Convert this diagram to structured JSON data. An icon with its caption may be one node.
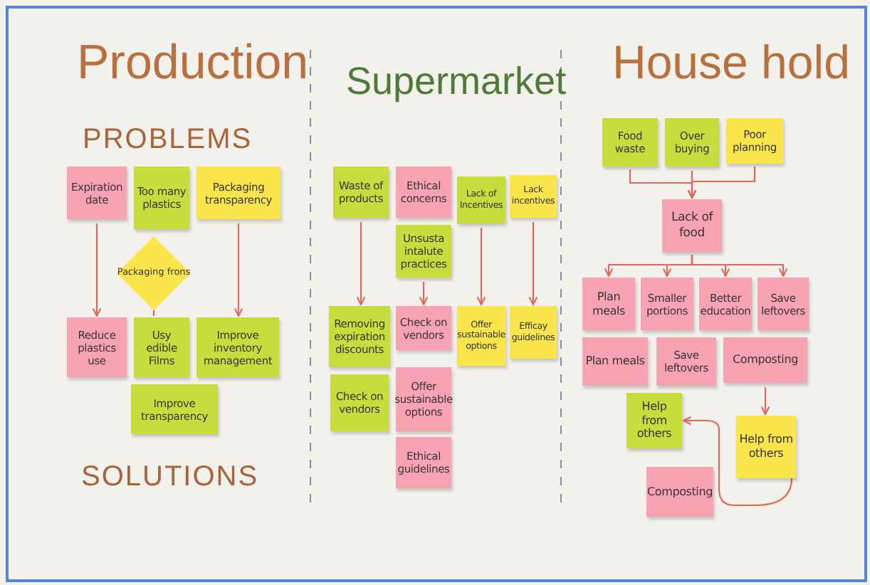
{
  "diagram": {
    "nodes": [
      {
        "text": [
          "Expiration date"
        ]
      },
      {
        "text": [
          "Too many plastics"
        ]
      },
      {
        "text": [
          "Packaging transparency"
        ]
      },
      {
        "text": [
          "Packaging frons"
        ]
      },
      {
        "text": [
          "Reduce plastics use"
        ]
      },
      {
        "text": [
          "Usy edible Films"
        ]
      },
      {
        "text": [
          "Improve inventory management"
        ]
      },
      {
        "text": [
          "Improve transparency"
        ]
      },
      {
        "text": [
          "Waste of products"
        ]
      },
      {
        "text": [
          "Ethical concerns"
        ]
      },
      {
        "text": [
          "Lack of Incentives"
        ]
      },
      {
        "text": [
          "Lack incentives"
        ]
      },
      {
        "text": [
          "Unsusta intalute practices"
        ]
      },
      {
        "text": [
          "Removing expiration discounts"
        ]
      },
      {
        "text": [
          "Check on vendors"
        ]
      },
      {
        "text": [
          "Offer sustainable options"
        ]
      },
      {
        "text": [
          "Efficay guidelines"
        ]
      },
      {
        "text": [
          "Check on vendors"
        ]
      },
      {
        "text": [
          "Offer sustainable options"
        ]
      },
      {
        "text": [
          "Ethical guidelines"
        ]
      },
      {
        "text": [
          "Food waste"
        ]
      },
      {
        "text": [
          "Over buying"
        ]
      },
      {
        "text": [
          "Poor planning"
        ]
      },
      {
        "text": [
          "Lack of food"
        ]
      },
      {
        "text": [
          "Plan meals"
        ]
      },
      {
        "text": [
          "Smaller portions"
        ]
      },
      {
        "text": [
          "Better education"
        ]
      },
      {
        "text": [
          "Save leftovers"
        ]
      },
      {
        "text": [
          "Plan meals"
        ]
      },
      {
        "text": [
          "Save leftovers"
        ]
      },
      {
        "text": [
          "Composting"
        ]
      },
      {
        "text": [
          "Help from others"
        ]
      },
      {
        "text": [
          "Help from others"
        ]
      },
      {
        "text": [
          "Composting"
        ]
      }
    ],
    "edges": [
      {
        "from": 0,
        "to": 4,
        "arrow": "to"
      },
      {
        "from": 2,
        "to": 6,
        "arrow": "to"
      },
      {
        "from": 3,
        "to": 5,
        "arrow": "none"
      },
      {
        "from": 8,
        "to": 13,
        "arrow": "to"
      },
      {
        "from": 12,
        "to": 14,
        "arrow": "to"
      },
      {
        "from": 10,
        "to": 15,
        "arrow": "to"
      },
      {
        "from": 11,
        "to": 16,
        "arrow": "to"
      },
      {
        "from": 20,
        "to": 23,
        "arrow": "to"
      },
      {
        "from": 21,
        "to": 23,
        "arrow": "to"
      },
      {
        "from": 22,
        "to": 23,
        "arrow": "to"
      },
      {
        "from": 23,
        "to": 24,
        "arrow": "to"
      },
      {
        "from": 23,
        "to": 25,
        "arrow": "to"
      },
      {
        "from": 23,
        "to": 26,
        "arrow": "to"
      },
      {
        "from": 23,
        "to": 27,
        "arrow": "to"
      },
      {
        "from": 30,
        "to": 32,
        "arrow": "to"
      },
      {
        "from": 32,
        "to": 31,
        "arrow": "to"
      }
    ],
    "labels": [
      "Production",
      "PROBLEMS",
      "Supermarket",
      "House hold",
      "SOLUTIONS"
    ]
  }
}
